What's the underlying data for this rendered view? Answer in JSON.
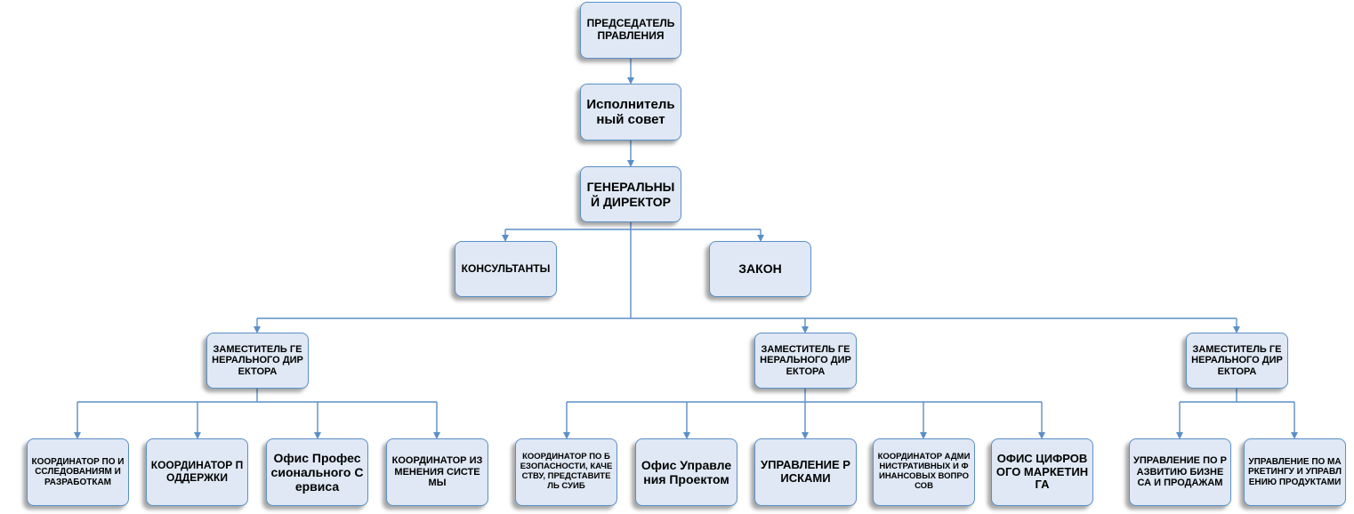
{
  "nodes": {
    "chairman": "ПРЕДСЕДАТЕЛЬ ПРАВЛЕНИЯ",
    "exec_council": "Исполнительный совет",
    "ceo": "ГЕНЕРАЛЬНЫЙ ДИРЕКТОР",
    "consultants": "КОНСУЛЬТАНТЫ",
    "law": "ЗАКОН",
    "deputy_left": "ЗАМЕСТИТЕЛЬ ГЕНЕРАЛЬНОГО ДИРЕКТОРА",
    "deputy_center": "ЗАМЕСТИТЕЛЬ ГЕНЕРАЛЬНОГО ДИРЕКТОРА",
    "deputy_right": "ЗАМЕСТИТЕЛЬ ГЕНЕРАЛЬНОГО ДИРЕКТОРА",
    "rnd_coordinator": "КООРДИНАТОР ПО ИССЛЕДОВАНИЯМ И РАЗРАБОТКАМ",
    "support_coordinator": "КООРДИНАТОР ПОДДЕРЖКИ",
    "prof_service_office": "Офис Профессиональ­ного Сервиса",
    "change_coordinator": "КООРДИНАТОР ИЗМЕНЕНИЯ СИСТЕМЫ",
    "security_coordinator": "КООРДИНАТОР ПО БЕЗОПАСНОСТИ, КАЧЕСТВУ, ПРЕДСТАВИТЕЛЬ СУИБ",
    "project_office": "Офис Управления Проектом",
    "risk_management": "УПРАВЛЕНИЕ РИСКАМИ",
    "admin_fin_coordinator": "КООРДИНАТОР АДМИНИСТРАТИВНЫХ И ФИНАНСОВЫХ ВОПРОСОВ",
    "digital_marketing_office": "ОФИС ЦИФРОВОГО МАРКЕТИНГА",
    "business_dev": "УПРАВЛЕНИЕ ПО РАЗВИТИЮ БИЗНЕСА И ПРОДАЖАМ",
    "marketing_products": "УПРАВЛЕНИЕ ПО МАРКЕТИНГУ И УПРАВЛЕНИЮ ПРОДУКТАМИ"
  },
  "colors": {
    "box_fill": "#dfe8f4",
    "box_border": "#5b8fc7",
    "connector": "#5b8fc7"
  }
}
